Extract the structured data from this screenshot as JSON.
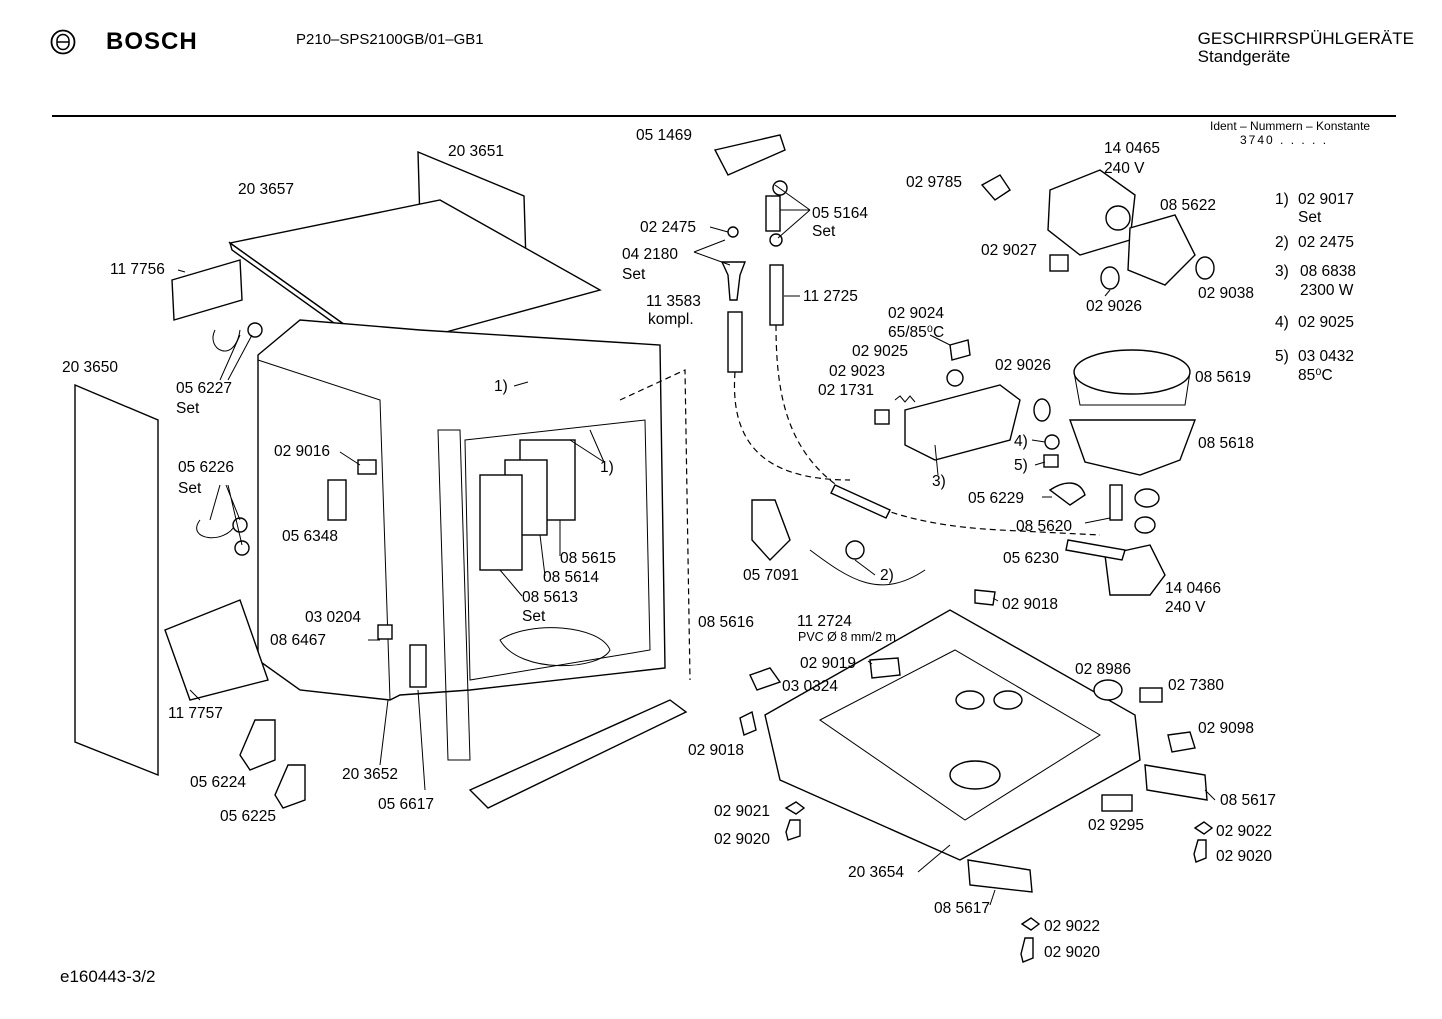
{
  "header": {
    "brand": "BOSCH",
    "model": "P210–SPS2100GB/01–GB1",
    "category_line1": "GESCHIRRSPÜHLGERÄTE",
    "category_line2": "Standgeräte"
  },
  "ident": {
    "title": "Ident – Nummern – Konstante",
    "value": "3740",
    "dots": ". . . . ."
  },
  "footer": {
    "code": "e160443-3/2"
  },
  "legend": [
    {
      "key": "1)",
      "part": "02 9017",
      "note": "Set"
    },
    {
      "key": "2)",
      "part": "02 2475",
      "note": ""
    },
    {
      "key": "3)",
      "part": "08 6838",
      "note": "2300 W"
    },
    {
      "key": "4)",
      "part": "02 9025",
      "note": ""
    },
    {
      "key": "5)",
      "part": "03 0432",
      "note": "85⁰C"
    }
  ],
  "labels": {
    "p203651": "20 3651",
    "p203657": "20 3657",
    "p117756": "11 7756",
    "p203650": "20 3650",
    "p056227": "05 6227",
    "set_a": "Set",
    "p056226": "05 6226",
    "set_b": "Set",
    "p029016": "02 9016",
    "p056348": "05 6348",
    "p030204": "03 0204",
    "p086467": "08 6467",
    "p117757": "11 7757",
    "p056224": "05 6224",
    "p056225": "05 6225",
    "p203652": "20 3652",
    "p056617": "05 6617",
    "ref1a": "1)",
    "ref1b": "1)",
    "p085615": "08 5615",
    "p085614": "08 5614",
    "p085613": "08 5613",
    "set_c": "Set",
    "p085616": "08 5616",
    "p051469": "05 1469",
    "p022475": "02 2475",
    "p042180": "04 2180",
    "set_d": "Set",
    "p113583": "11 3583",
    "kompl": "kompl.",
    "p055164": "05 5164",
    "set_e": "Set",
    "p112725": "11 2725",
    "p029785": "02 9785",
    "p140465": "14 0465",
    "v240a": "240 V",
    "p085622": "08 5622",
    "p029027": "02 9027",
    "p029026a": "02 9026",
    "p029038": "02 9038",
    "p029024": "02 9024",
    "temp6585": "65/85⁰C",
    "p029025": "02 9025",
    "p029023": "02 9023",
    "p021731": "02 1731",
    "p029026b": "02 9026",
    "p085619": "08 5619",
    "p085618": "08 5618",
    "ref4": "4)",
    "ref5": "5)",
    "ref3": "3)",
    "p056229": "05 6229",
    "p085620": "08 5620",
    "p056230": "05 6230",
    "p140466": "14 0466",
    "v240b": "240 V",
    "p057091": "05 7091",
    "ref2": "2)",
    "p112724": "11 2724",
    "pvc": "PVC  Ø 8 mm/2 m",
    "p029018a": "02 9018",
    "p029019": "02 9019",
    "p030324": "03 0324",
    "p029018b": "02 9018",
    "p028986": "02 8986",
    "p027380": "02 7380",
    "p029098": "02 9098",
    "p085617a": "08 5617",
    "p029295": "02 9295",
    "p029022a": "02 9022",
    "p029020a": "02 9020",
    "p029021": "02 9021",
    "p029020b": "02 9020",
    "p203654": "20 3654",
    "p085617b": "08 5617",
    "p029022b": "02 9022",
    "p029020c": "02 9020"
  }
}
